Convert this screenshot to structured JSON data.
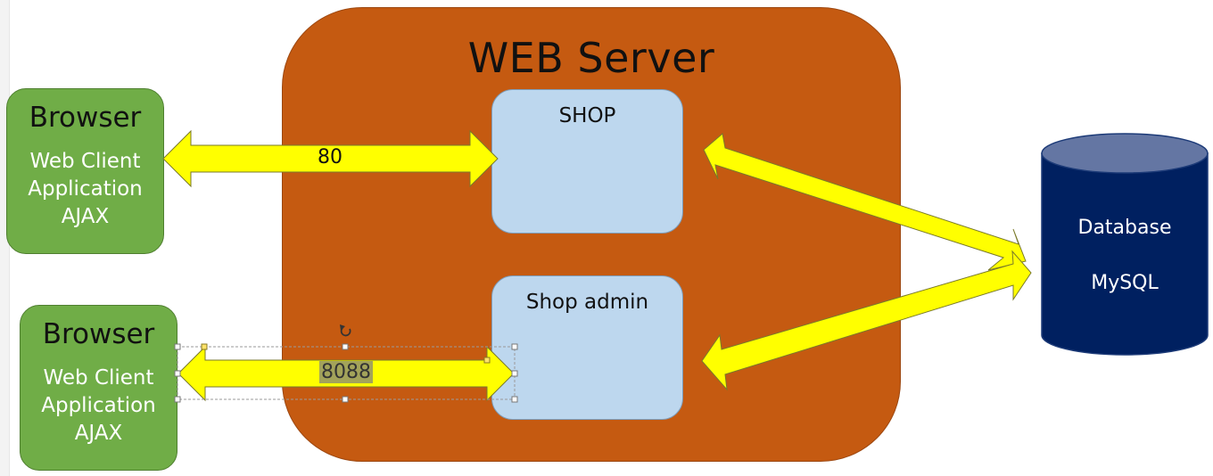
{
  "web_server": {
    "title": "WEB Server"
  },
  "shop": {
    "label": "SHOP"
  },
  "shop_admin": {
    "label": "Shop admin"
  },
  "browser_top": {
    "title": "Browser",
    "lines": [
      "Web Client",
      "Application",
      "AJAX"
    ]
  },
  "browser_bottom": {
    "title": "Browser",
    "lines": [
      "Web Client",
      "Application",
      "AJAX"
    ]
  },
  "database": {
    "line1": "Database",
    "line2": "MySQL"
  },
  "ports": {
    "top": "80",
    "bottom": "8088"
  },
  "colors": {
    "server": "#c55a11",
    "module": "#bdd7ee",
    "browser": "#70ad47",
    "arrow": "#ffff00",
    "database": "#002060"
  }
}
